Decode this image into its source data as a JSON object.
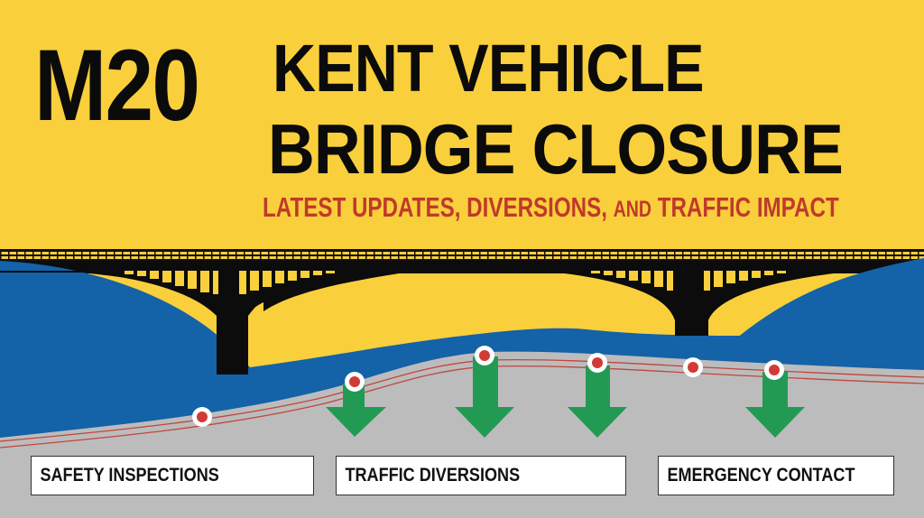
{
  "header": {
    "title_part1": "M20",
    "title_part2": "KENT VEHICLE",
    "title_part3": "BRIDGE CLOSURE",
    "subtitle_a": "LATEST UPDATES, DIVERSIONS, ",
    "subtitle_and": "AND",
    "subtitle_b": " TRAFFIC IMPACT"
  },
  "labels": [
    {
      "text": "SAFETY INSPECTIONS"
    },
    {
      "text": "TRAFFIC DIVERSIONS"
    },
    {
      "text": "EMERGENCY CONTACT"
    }
  ],
  "colors": {
    "background_yellow": "#f9cf3c",
    "title_black": "#0b0b0b",
    "subtitle_red": "#c0392b",
    "water_blue": "#1462a8",
    "road_gray": "#bdbcbc",
    "arrow_green": "#239a54",
    "marker_red": "#d13b35"
  },
  "icons": {
    "markers": "location-marker-icon",
    "arrows": "down-arrow-icon",
    "bridge": "bridge-illustration"
  }
}
